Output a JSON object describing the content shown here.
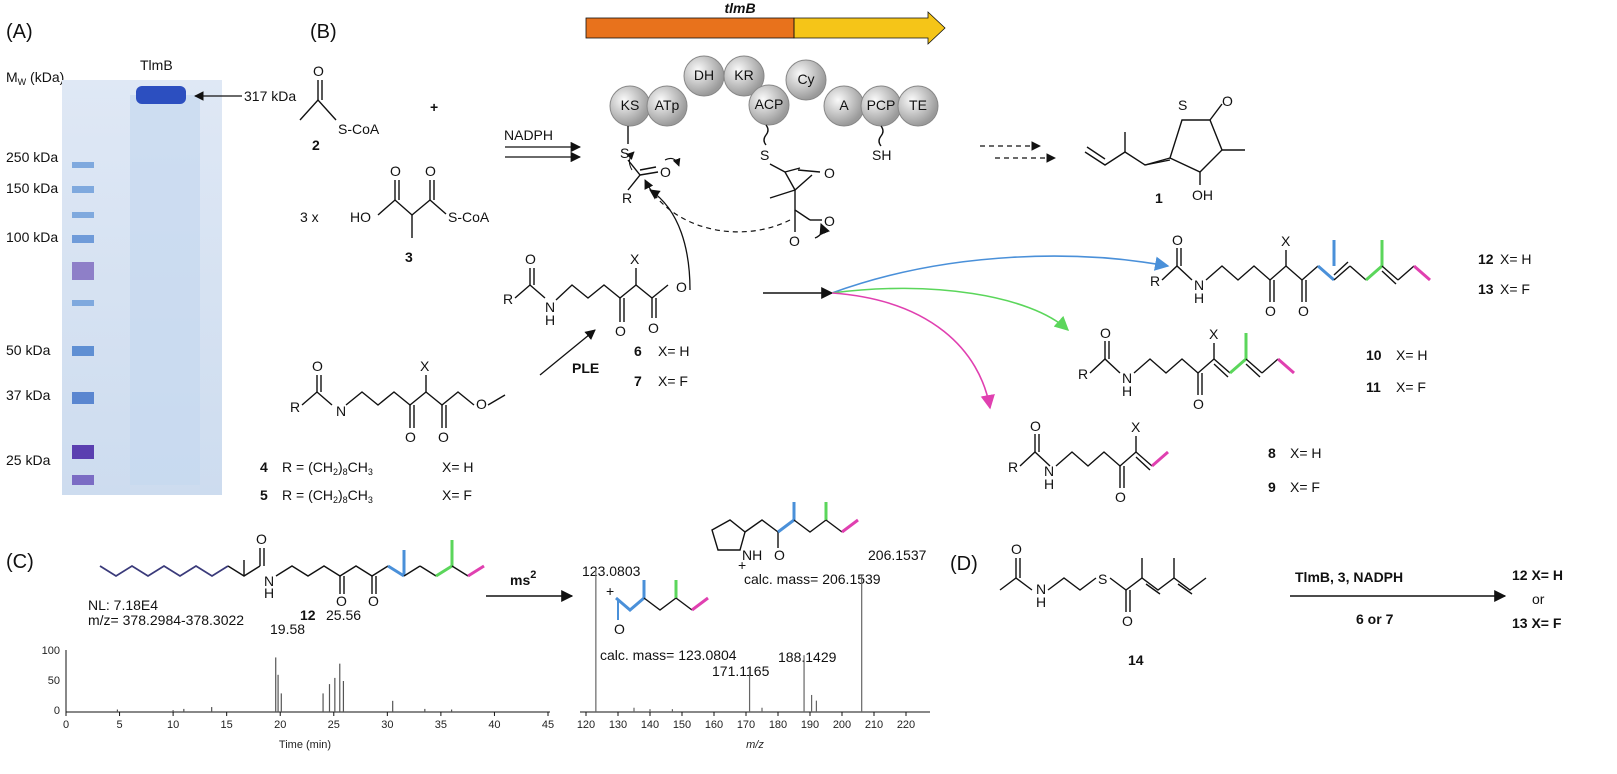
{
  "colors": {
    "accent_blue": "#4a90d9",
    "accent_green": "#5bd65b",
    "accent_magenta": "#e040b0",
    "gene_orange": "#e8721c",
    "gene_yellow": "#f5c518",
    "gel_band": "#2c4fc0",
    "domain_grey": "#bdbdbd"
  },
  "panels": {
    "A": {
      "label": "(A)",
      "mw_label": "M",
      "mw_sub": "W",
      "mw_unit": " (kDa)",
      "lane_label": "TlmB",
      "band_label": "317 kDa",
      "markers": [
        "250 kDa",
        "150 kDa",
        "100 kDa",
        "50 kDa",
        "37 kDa",
        "25 kDa"
      ]
    },
    "B": {
      "label": "(B)",
      "gene": "tlmB",
      "domains": [
        "KS",
        "ATp",
        "DH",
        "KR",
        "ACP",
        "Cy",
        "A",
        "PCP",
        "TE"
      ],
      "cofactor": "NADPH",
      "plus": "+",
      "times": "3 x",
      "coa_a": "S-CoA",
      "coa_b": "S-CoA",
      "ho": "HO",
      "sh": "SH",
      "s_small": "S",
      "o_small": "O",
      "o_minus": "O",
      "r_small": "R",
      "oh": "OH",
      "enzyme": "PLE",
      "cmpd": {
        "c1": "1",
        "c2": "2",
        "c3": "3",
        "c4": "4",
        "c5": "5",
        "c6": "6",
        "c7": "7",
        "c8": "8",
        "c9": "9",
        "c10": "10",
        "c11": "11",
        "c12": "12",
        "c13": "13"
      },
      "eq_h": "X= H",
      "eq_f": "X= F",
      "r_def": "R = (CH",
      "r_def_sub": "2",
      "r_def_tail": ")",
      "r_def_sub2": "8",
      "r_def_end": "CH",
      "r_def_sub3": "3",
      "x_letter": "X",
      "n_h": "N",
      "h_letter": "H"
    },
    "C": {
      "label": "(C)",
      "compound": "12",
      "nl": "NL: 7.18E4",
      "mz_range": "m/z= 378.2984-378.3022",
      "peak1": "19.58",
      "peak2": "25.56",
      "xlabel": "Time (min)",
      "ms2": "ms",
      "ms2_sup": "2",
      "frag1_mass": "123.0803",
      "frag1_calc": "calc. mass= 123.0804",
      "frag2_mass": "206.1537",
      "frag2_calc": "calc. mass= 206.1539",
      "peak_171": "171.1165",
      "peak_188": "188.1429",
      "ms_xlabel": "m/z",
      "nh_plus": "NH",
      "plus_sign": "+"
    },
    "D": {
      "label": "(D)",
      "compound": "14",
      "reagents": "TlmB, 3, NADPH",
      "below": "6 or 7",
      "or": "or",
      "prod_h": "12  X= H",
      "prod_f": "13  X= F",
      "s_letter": "S"
    }
  },
  "chart_data": [
    {
      "type": "line",
      "title": "",
      "xlabel": "Time (min)",
      "ylabel": "",
      "xlim": [
        0,
        45
      ],
      "ylim": [
        0,
        100
      ],
      "x_ticks": [
        0,
        5,
        10,
        15,
        20,
        25,
        30,
        35,
        40,
        45
      ],
      "y_ticks": [
        0,
        50,
        100
      ],
      "peaks": [
        {
          "x": 4.8,
          "y": 4
        },
        {
          "x": 10.0,
          "y": 3
        },
        {
          "x": 11.0,
          "y": 5
        },
        {
          "x": 13.6,
          "y": 8
        },
        {
          "x": 19.58,
          "y": 88
        },
        {
          "x": 19.8,
          "y": 60
        },
        {
          "x": 20.1,
          "y": 30
        },
        {
          "x": 24.0,
          "y": 30
        },
        {
          "x": 24.6,
          "y": 45
        },
        {
          "x": 25.1,
          "y": 55
        },
        {
          "x": 25.56,
          "y": 78
        },
        {
          "x": 25.9,
          "y": 50
        },
        {
          "x": 30.5,
          "y": 18
        },
        {
          "x": 33.5,
          "y": 5
        },
        {
          "x": 36.0,
          "y": 4
        }
      ]
    },
    {
      "type": "bar",
      "title": "",
      "xlabel": "m/z",
      "ylabel": "",
      "xlim": [
        120,
        225
      ],
      "ylim": [
        0,
        100
      ],
      "x_ticks": [
        120,
        130,
        140,
        150,
        160,
        170,
        180,
        190,
        200,
        210,
        220
      ],
      "peaks": [
        {
          "x": 123.0803,
          "y": 100
        },
        {
          "x": 135.0,
          "y": 3
        },
        {
          "x": 140.0,
          "y": 2
        },
        {
          "x": 147.0,
          "y": 2
        },
        {
          "x": 171.1165,
          "y": 30
        },
        {
          "x": 175.0,
          "y": 3
        },
        {
          "x": 188.1429,
          "y": 40
        },
        {
          "x": 190.5,
          "y": 12
        },
        {
          "x": 192.0,
          "y": 8
        },
        {
          "x": 206.1537,
          "y": 96
        }
      ]
    }
  ]
}
